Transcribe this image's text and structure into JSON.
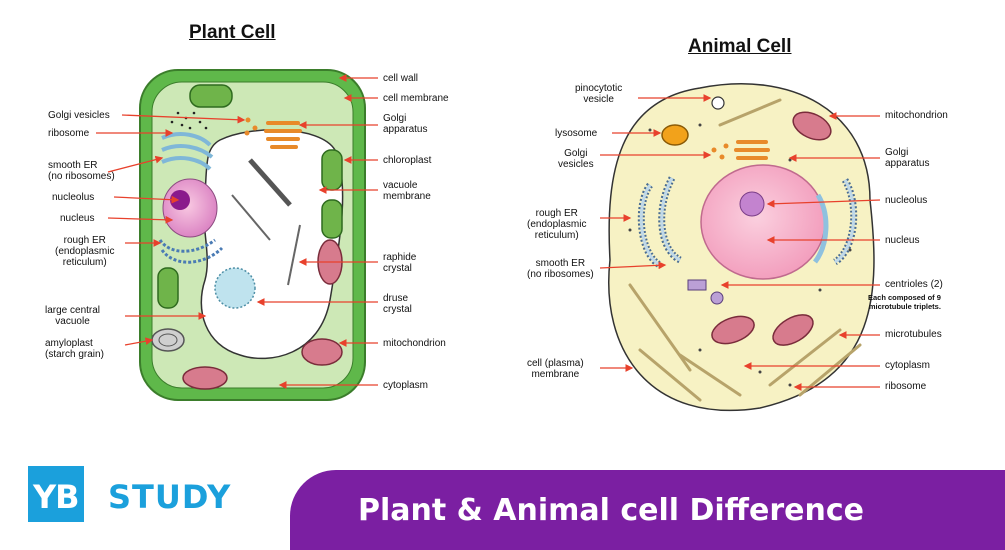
{
  "plant": {
    "title": "Plant Cell",
    "labels": {
      "cell_wall": "cell wall",
      "cell_membrane": "cell membrane",
      "golgi_apparatus": "Golgi\napparatus",
      "chloroplast": "chloroplast",
      "vacuole_membrane": "vacuole\nmembrane",
      "raphide_crystal": "raphide\ncrystal",
      "druse_crystal": "druse\ncrystal",
      "mitochondrion": "mitochondrion",
      "cytoplasm": "cytoplasm",
      "golgi_vesicles": "Golgi vesicles",
      "ribosome": "ribosome",
      "smooth_er": "smooth ER\n(no ribosomes)",
      "nucleolus": "nucleolus",
      "nucleus": "nucleus",
      "rough_er": "rough ER\n(endoplasmic\nreticulum)",
      "large_central_vacuole": "large central\nvacuole",
      "amyloplast": "amyloplast\n(starch grain)"
    }
  },
  "animal": {
    "title": "Animal Cell",
    "labels": {
      "pinocytotic_vesicle": "pinocytotic\nvesicle",
      "lysosome": "lysosome",
      "golgi_vesicles": "Golgi\nvesicles",
      "rough_er": "rough ER\n(endoplasmic\nreticulum)",
      "smooth_er": "smooth ER\n(no ribosomes)",
      "cell_membrane": "cell (plasma)\nmembrane",
      "mitochondrion": "mitochondrion",
      "golgi_apparatus": "Golgi\napparatus",
      "nucleolus": "nucleolus",
      "nucleus": "nucleus",
      "centrioles": "centrioles (2)",
      "centrioles_note": "Each composed of 9\nmicrotubule triplets.",
      "microtubules": "microtubules",
      "cytoplasm": "cytoplasm",
      "ribosome": "ribosome"
    }
  },
  "branding": {
    "logo_mark": "YB",
    "logo_word": "STUDY",
    "banner_title": "Plant & Animal cell Difference"
  },
  "colors": {
    "arrow": "#e8412c",
    "plant_wall": "#5fb84a",
    "plant_cytoplasm": "#cde8b6",
    "animal_cytoplasm": "#f7f2c4",
    "nucleus_pink": "#f5a6c8",
    "brand_blue": "#1ba0dc",
    "banner_purple": "#7b1fa2"
  }
}
